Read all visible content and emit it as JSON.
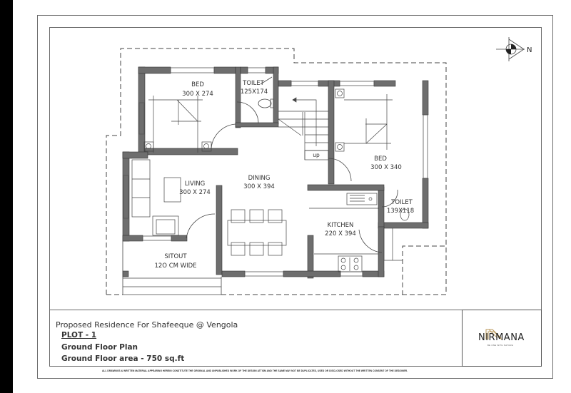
{
  "drawing": {
    "title": "Proposed Residence For Shafeeque @ Vengola",
    "plot": "PLOT - 1",
    "plan_name": "Ground Floor Plan",
    "area_text": "Ground Floor area - 750 sq.ft",
    "disclaimer": "ALL DRAWINGS & WRITTEN MATERIAL APPEARING HEREIN CONSTITUTE THE ORIGINAL AND UNPUBLISHED WORK OF THE DESIGN ATTISM AND THE SAME MAY NOT BE DUPLICATED, USED OR DISCLOSED WITHOUT THE WRITTEN CONSENT OF THE DESIGNER."
  },
  "logo": {
    "name": "NIRMANA",
    "tagline": "BE ONE WITH NATURE",
    "accent_color": "#b8975a"
  },
  "north_arrow": {
    "label": "N"
  },
  "rooms": [
    {
      "name": "BED",
      "size": "300 X 274"
    },
    {
      "name": "TOILET",
      "size": "125X174"
    },
    {
      "name": "BED",
      "size": "300 X 340"
    },
    {
      "name": "LIVING",
      "size": "300 X 274"
    },
    {
      "name": "DINING",
      "size": "300 X 394"
    },
    {
      "name": "TOILET",
      "size": "139X118"
    },
    {
      "name": "KITCHEN",
      "size": "220 X 394"
    },
    {
      "name": "SITOUT",
      "size": "12O CM WIDE"
    }
  ],
  "stair": {
    "label": "up"
  },
  "colors": {
    "wall": "#6e6e6e",
    "line": "#444444",
    "frame": "#6b6b6b"
  }
}
